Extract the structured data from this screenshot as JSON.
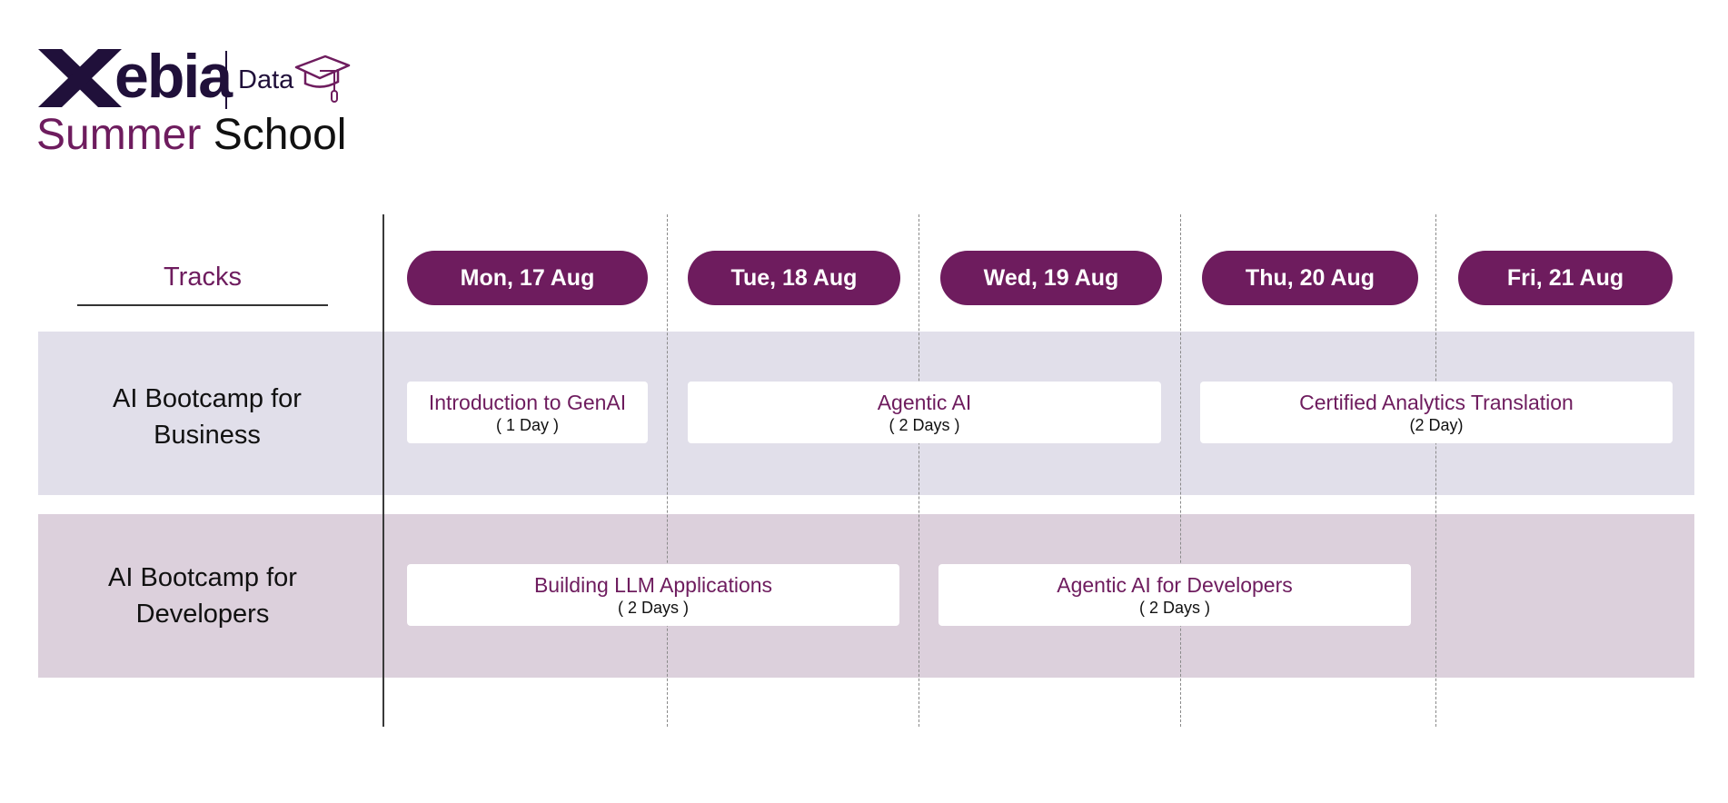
{
  "logo": {
    "wordmark": "ebia",
    "division": "Data",
    "subtitle_accent": "Summer",
    "subtitle_main": "School",
    "icons": [
      "xebia-x-logo",
      "graduation-cap-icon"
    ],
    "colors": {
      "brand_dark": "#20103a",
      "brand_purple": "#6e1c5e"
    }
  },
  "tracks_header": "Tracks",
  "days": [
    "Mon, 17 Aug",
    "Tue, 18 Aug",
    "Wed, 19 Aug",
    "Thu, 20 Aug",
    "Fri, 21 Aug"
  ],
  "tracks": [
    {
      "label_line1": "AI Bootcamp for",
      "label_line2": "Business",
      "courses": [
        {
          "title": "Introduction to GenAI",
          "duration": "( 1 Day )"
        },
        {
          "title": "Agentic AI",
          "duration": "( 2 Days )"
        },
        {
          "title": "Certified Analytics Translation",
          "duration": "(2 Day)"
        }
      ]
    },
    {
      "label_line1": "AI Bootcamp for",
      "label_line2": "Developers",
      "courses": [
        {
          "title": "Building LLM Applications",
          "duration": "( 2 Days )"
        },
        {
          "title": "Agentic AI for Developers",
          "duration": "( 2 Days )"
        }
      ]
    }
  ],
  "colors": {
    "day_pill": "#6e1c5e",
    "course_title": "#6e1c5e",
    "row_business": "#e1dfea",
    "row_developers": "#dcd0dc"
  }
}
